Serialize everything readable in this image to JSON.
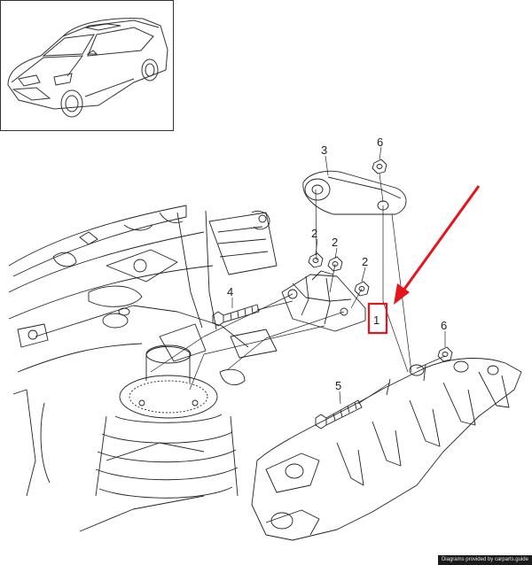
{
  "callouts": {
    "part_1": "1",
    "part_2a": "2",
    "part_2b": "2",
    "part_2c": "2",
    "part_3": "3",
    "part_4": "4",
    "part_5": "5",
    "part_6a": "6",
    "part_6b": "6"
  },
  "highlight_color": "#e8131b",
  "line_color": "#222222",
  "watermark": "Diagrams provided by carparts.guide"
}
